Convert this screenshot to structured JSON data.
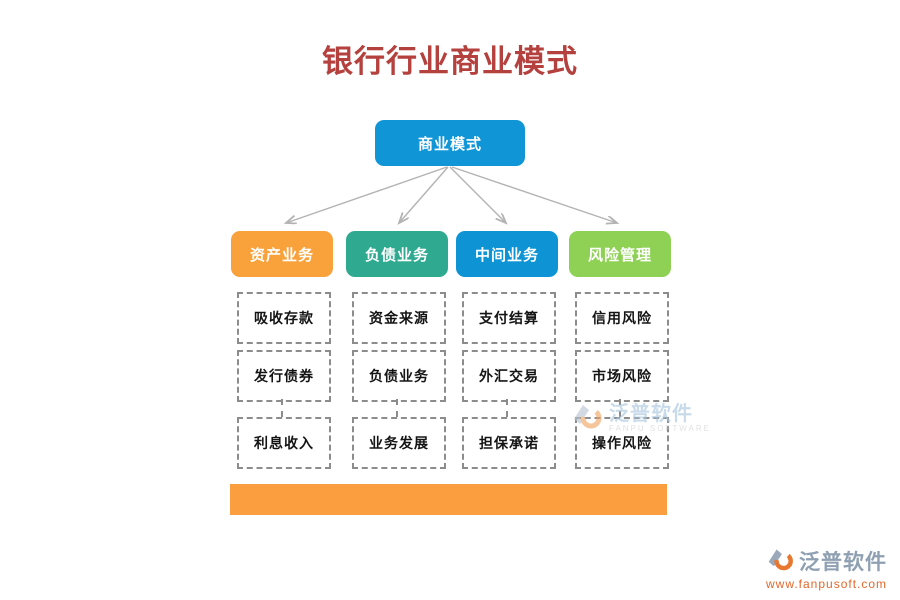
{
  "title": "银行行业商业模式",
  "root": {
    "label": "商业模式",
    "color": "#1095d6"
  },
  "branches": [
    {
      "label": "资产业务",
      "color": "#f9a13b",
      "children": [
        "吸收存款",
        "发行债券",
        "利息收入"
      ]
    },
    {
      "label": "负债业务",
      "color": "#2fa98f",
      "children": [
        "资金来源",
        "负债业务",
        "业务发展"
      ]
    },
    {
      "label": "中间业务",
      "color": "#0e94d4",
      "children": [
        "支付结算",
        "外汇交易",
        "担保承诺"
      ]
    },
    {
      "label": "风险管理",
      "color": "#8ed155",
      "children": [
        "信用风险",
        "市场风险",
        "操作风险"
      ]
    }
  ],
  "footer_bar": {
    "color": "#fb9e3f"
  },
  "watermark_center": {
    "brand": "泛普软件",
    "subtitle": "FANPU SOFTWARE"
  },
  "watermark_corner": {
    "brand": "泛普软件",
    "url": "www.fanpusoft.com"
  },
  "colors": {
    "title_text": "#b5413f",
    "arrow": "#b3b3b3",
    "dashed_border": "#8c8c8c"
  }
}
